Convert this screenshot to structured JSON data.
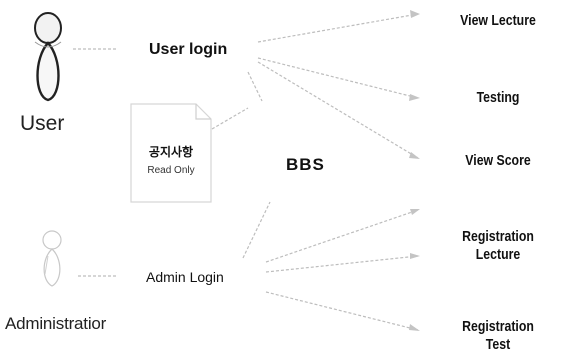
{
  "actors": {
    "user": "User",
    "admin": "Administratior"
  },
  "nodes": {
    "user_login": "User login",
    "admin_login": "Admin Login",
    "bbs": "BBS"
  },
  "note": {
    "title": "공지사항",
    "subtitle": "Read Only"
  },
  "functions": {
    "view_lecture": "View Lecture",
    "testing": "Testing",
    "view_score": "View Score",
    "registration_lecture_1": "Registration",
    "registration_lecture_2": "Lecture",
    "registration_test_1": "Registration",
    "registration_test_2": "Test"
  }
}
